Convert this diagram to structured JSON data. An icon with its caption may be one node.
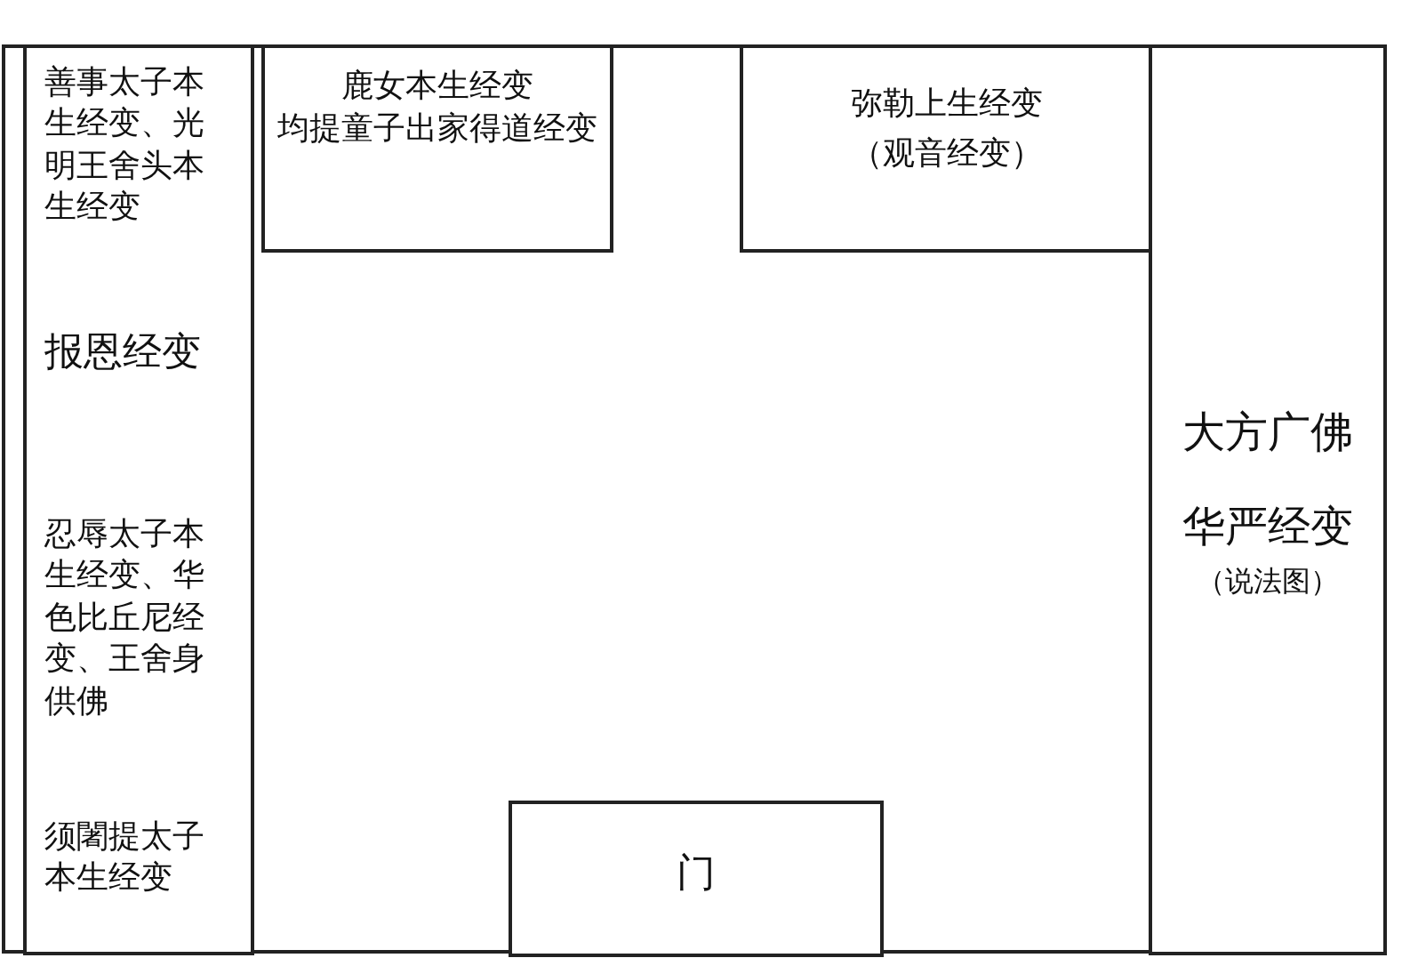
{
  "diagram": {
    "nodes": [
      {
        "text": [],
        "shape": "box"
      },
      {
        "text": [
          "善事太子本生经变、光明王舍头本生经变",
          "报恩经变",
          "忍辱太子本生经变、华色比丘尼经变、王舍身供佛",
          "须闍提太子本生经变"
        ],
        "in": 0
      },
      {
        "text": [
          "鹿女本生经变",
          "均提童子出家得道经变"
        ],
        "in": 0
      },
      {
        "text": [
          "弥勒上生经变",
          "（观音经变）"
        ],
        "in": 0
      },
      {
        "text": [
          "大方广佛华严经变",
          "（说法图）"
        ],
        "in": 0
      },
      {
        "text": [
          "门"
        ],
        "in": 0
      }
    ]
  }
}
